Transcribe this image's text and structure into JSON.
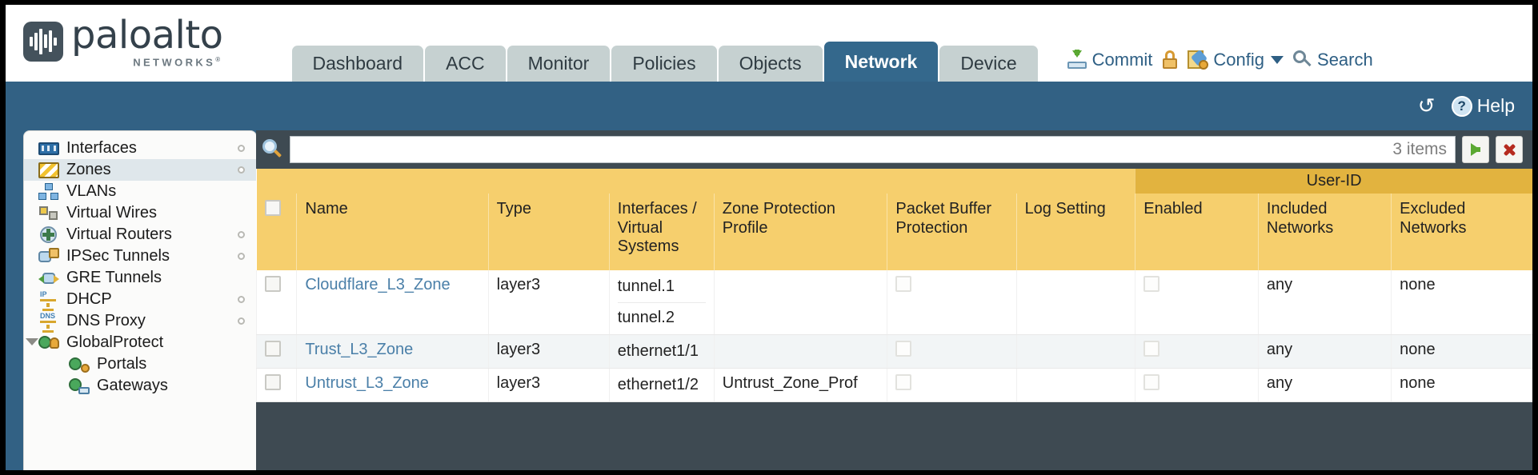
{
  "brand": {
    "name": "paloalto",
    "tagline": "NETWORKS",
    "registered": "®"
  },
  "tabs": [
    {
      "label": "Dashboard",
      "active": false
    },
    {
      "label": "ACC",
      "active": false
    },
    {
      "label": "Monitor",
      "active": false
    },
    {
      "label": "Policies",
      "active": false
    },
    {
      "label": "Objects",
      "active": false
    },
    {
      "label": "Network",
      "active": true
    },
    {
      "label": "Device",
      "active": false
    }
  ],
  "top_actions": {
    "commit": "Commit",
    "lock": "",
    "config": "Config",
    "search": "Search"
  },
  "blueband": {
    "help": "Help"
  },
  "sidebar": {
    "items": [
      {
        "label": "Interfaces",
        "icon": "interfaces-icon",
        "active": false,
        "dot": true,
        "child": false,
        "expander": false
      },
      {
        "label": "Zones",
        "icon": "zones-icon",
        "active": true,
        "dot": true,
        "child": false,
        "expander": false
      },
      {
        "label": "VLANs",
        "icon": "vlans-icon",
        "active": false,
        "dot": false,
        "child": false,
        "expander": false
      },
      {
        "label": "Virtual Wires",
        "icon": "virtual-wires-icon",
        "active": false,
        "dot": false,
        "child": false,
        "expander": false
      },
      {
        "label": "Virtual Routers",
        "icon": "virtual-routers-icon",
        "active": false,
        "dot": true,
        "child": false,
        "expander": false
      },
      {
        "label": "IPSec Tunnels",
        "icon": "ipsec-tunnels-icon",
        "active": false,
        "dot": true,
        "child": false,
        "expander": false
      },
      {
        "label": "GRE Tunnels",
        "icon": "gre-tunnels-icon",
        "active": false,
        "dot": false,
        "child": false,
        "expander": false
      },
      {
        "label": "DHCP",
        "icon": "dhcp-icon",
        "active": false,
        "dot": true,
        "child": false,
        "expander": false
      },
      {
        "label": "DNS Proxy",
        "icon": "dns-proxy-icon",
        "active": false,
        "dot": true,
        "child": false,
        "expander": false
      },
      {
        "label": "GlobalProtect",
        "icon": "globalprotect-icon",
        "active": false,
        "dot": false,
        "child": false,
        "expander": true
      },
      {
        "label": "Portals",
        "icon": "portals-icon",
        "active": false,
        "dot": false,
        "child": true,
        "expander": false
      },
      {
        "label": "Gateways",
        "icon": "gateways-icon",
        "active": false,
        "dot": false,
        "child": true,
        "expander": false
      }
    ]
  },
  "toolbar": {
    "search_value": "",
    "search_placeholder": "",
    "item_count": "3 items",
    "apply_label": "apply-filter",
    "clear_label": "clear-filter"
  },
  "table": {
    "group_header": {
      "label": "User-ID",
      "span": 3
    },
    "columns": [
      "Name",
      "Type",
      "Interfaces / Virtual Systems",
      "Zone Protection Profile",
      "Packet Buffer Protection",
      "Log Setting",
      "Enabled",
      "Included Networks",
      "Excluded Networks"
    ],
    "rows": [
      {
        "selected": false,
        "name": "Cloudflare_L3_Zone",
        "type": "layer3",
        "interfaces": [
          "tunnel.1",
          "tunnel.2"
        ],
        "zone_protection_profile": "",
        "packet_buffer_protection": false,
        "log_setting": "",
        "userid_enabled": false,
        "included_networks": "any",
        "excluded_networks": "none"
      },
      {
        "selected": false,
        "name": "Trust_L3_Zone",
        "type": "layer3",
        "interfaces": [
          "ethernet1/1"
        ],
        "zone_protection_profile": "",
        "packet_buffer_protection": false,
        "log_setting": "",
        "userid_enabled": false,
        "included_networks": "any",
        "excluded_networks": "none"
      },
      {
        "selected": false,
        "name": "Untrust_L3_Zone",
        "type": "layer3",
        "interfaces": [
          "ethernet1/2"
        ],
        "zone_protection_profile": "Untrust_Zone_Prof",
        "packet_buffer_protection": false,
        "log_setting": "",
        "userid_enabled": false,
        "included_networks": "any",
        "excluded_networks": "none"
      }
    ]
  },
  "colors": {
    "brand_dark": "#34414b",
    "tab_active": "#34688c",
    "tab_inactive": "#c6d1d1",
    "band_blue": "#326184",
    "header_yellow": "#f6cf6d",
    "group_yellow": "#e2b33f",
    "link_blue": "#4a7fa8",
    "panel_dark": "#3e4a52"
  }
}
